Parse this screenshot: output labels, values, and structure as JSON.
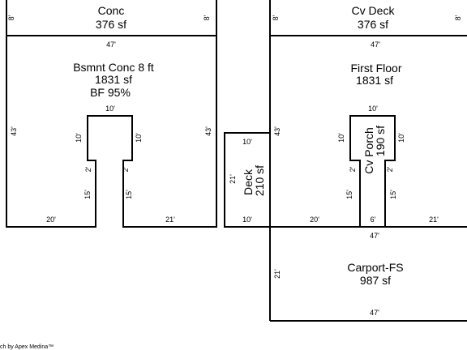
{
  "sketch": {
    "conc": {
      "name": "Conc",
      "area": "376 sf",
      "dim_left": "8'",
      "dim_right": "8'",
      "dim_bottom": "47'"
    },
    "basement": {
      "name": "Bsmnt Conc 8 ft",
      "area": "1831 sf",
      "factor": "BF 95%",
      "dim_left": "43'",
      "dim_right": "43'",
      "notch_top": "10'",
      "notch_left_upper": "10'",
      "notch_right_upper": "10'",
      "notch_left_step": "2'",
      "notch_right_step": "2'",
      "notch_left_lower": "15'",
      "notch_right_lower": "15'",
      "bottom_left": "20'",
      "bottom_right": "21'"
    },
    "deck": {
      "name": "Deck",
      "area": "210 sf",
      "dim_top": "10'",
      "dim_left": "21'",
      "dim_bottom": "10'"
    },
    "cv_deck": {
      "name": "Cv Deck",
      "area": "376 sf",
      "dim_left": "8'",
      "dim_right": "8'",
      "dim_bottom": "47'"
    },
    "first_floor": {
      "name": "First Floor",
      "area": "1831 sf",
      "dim_left": "43'",
      "notch_top": "10'",
      "notch_left_upper": "10'",
      "notch_right_upper": "10'",
      "notch_left_step": "2'",
      "notch_right_step": "2'",
      "notch_left_lower": "15'",
      "notch_right_lower": "15'",
      "bottom_left": "20'",
      "bottom_mid": "6'",
      "bottom_right": "21'"
    },
    "cv_porch": {
      "name": "Cv Porch",
      "area": "190 sf"
    },
    "carport": {
      "name": "Carport-FS",
      "area": "987 sf",
      "dim_top": "47'",
      "dim_left": "21'",
      "dim_bottom": "47'"
    },
    "footer": "ch by Apex Medina™"
  }
}
